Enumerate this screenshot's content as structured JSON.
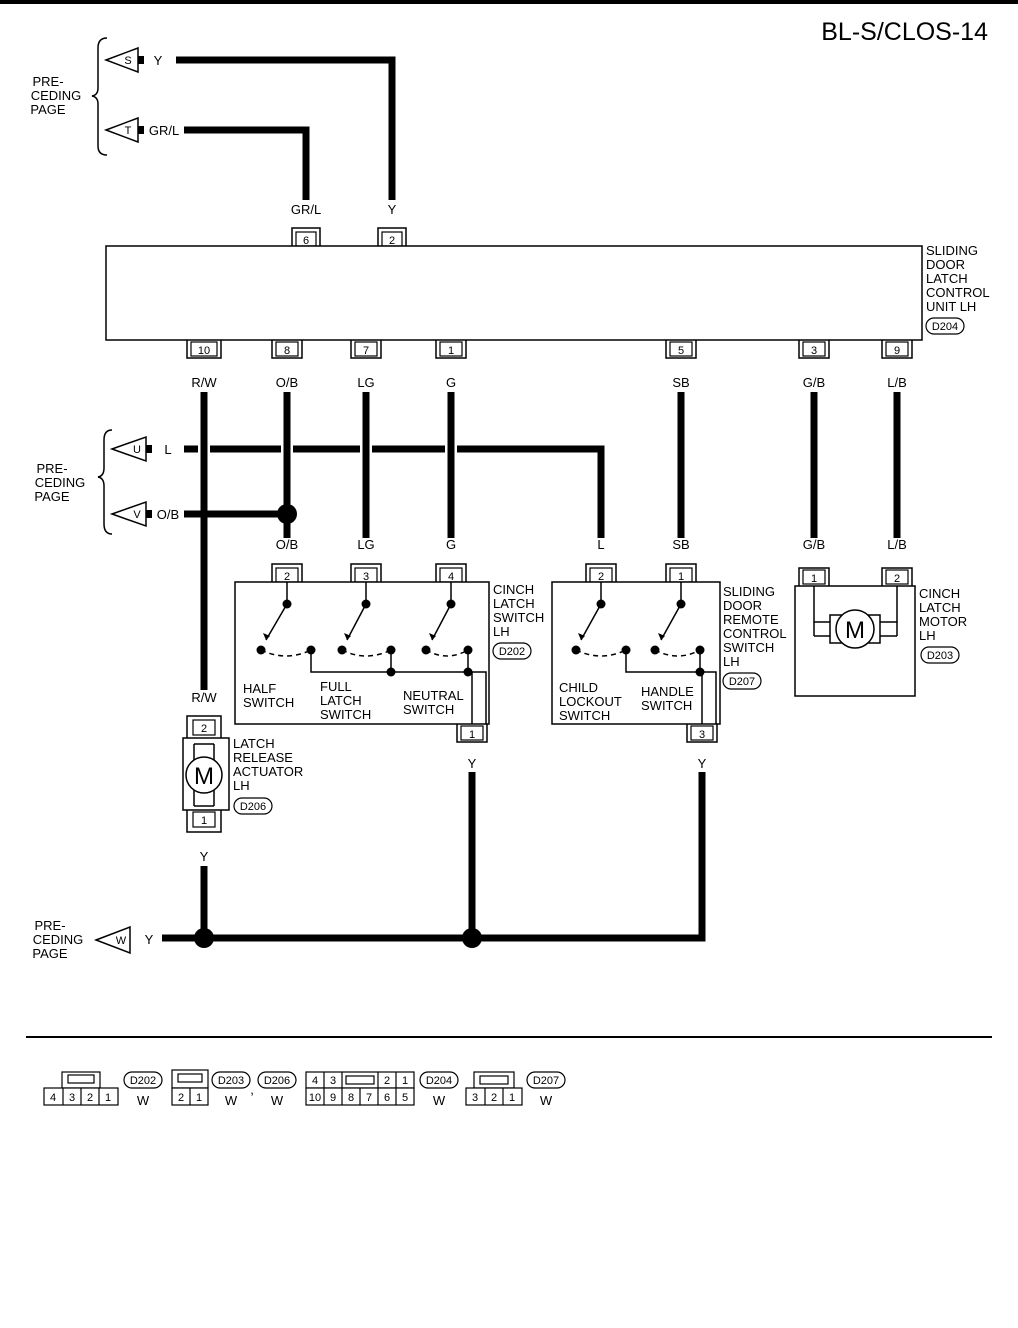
{
  "page_code": "BL-S/CLOS-14",
  "preceding_page_label": [
    "PRE-",
    "CEDING",
    "PAGE"
  ],
  "connectors": {
    "S": "S",
    "T": "T",
    "U": "U",
    "V": "V",
    "W": "W"
  },
  "wire_colors": {
    "Y": "Y",
    "GRL": "GR/L",
    "RW": "R/W",
    "OB": "O/B",
    "LG": "LG",
    "G": "G",
    "SB": "SB",
    "GB": "G/B",
    "LB": "L/B",
    "L": "L"
  },
  "control_unit": {
    "label": [
      "SLIDING",
      "DOOR",
      "LATCH",
      "CONTROL",
      "UNIT LH"
    ],
    "connector": "D204",
    "pins_top": [
      "6",
      "2"
    ],
    "pins_bottom": [
      "10",
      "8",
      "7",
      "1",
      "5",
      "3",
      "9"
    ]
  },
  "cinch_latch_switch": {
    "label": [
      "CINCH",
      "LATCH",
      "SWITCH",
      "LH"
    ],
    "connector": "D202",
    "pins_top": [
      "2",
      "3",
      "4"
    ],
    "pin_bottom": "1",
    "switches": {
      "half": [
        "HALF",
        "SWITCH"
      ],
      "full": [
        "FULL",
        "LATCH",
        "SWITCH"
      ],
      "neutral": [
        "NEUTRAL",
        "SWITCH"
      ]
    }
  },
  "remote_control_switch": {
    "label": [
      "SLIDING",
      "DOOR",
      "REMOTE",
      "CONTROL",
      "SWITCH",
      "LH"
    ],
    "connector": "D207",
    "pins_top": [
      "2",
      "1"
    ],
    "pin_bottom": "3",
    "switches": {
      "child": [
        "CHILD",
        "LOCKOUT",
        "SWITCH"
      ],
      "handle": [
        "HANDLE",
        "SWITCH"
      ]
    }
  },
  "cinch_latch_motor": {
    "label": [
      "CINCH",
      "LATCH",
      "MOTOR",
      "LH"
    ],
    "connector": "D203",
    "pins": [
      "1",
      "2"
    ],
    "symbol": "M"
  },
  "latch_release_actuator": {
    "label": [
      "LATCH",
      "RELEASE",
      "ACTUATOR",
      "LH"
    ],
    "connector": "D206",
    "pins": [
      "2",
      "1"
    ],
    "symbol": "M"
  },
  "connector_legend": {
    "d202": {
      "name": "D202",
      "color": "W",
      "pins": [
        "4",
        "3",
        "2",
        "1"
      ]
    },
    "d203": {
      "name": "D203",
      "color": "W",
      "pins": [
        "2",
        "1"
      ]
    },
    "d206": {
      "name": "D206",
      "color": "W"
    },
    "d204": {
      "name": "D204",
      "color": "W",
      "pins_top": [
        "4",
        "3",
        "2",
        "1"
      ],
      "pins_bottom": [
        "10",
        "9",
        "8",
        "7",
        "6",
        "5"
      ]
    },
    "d207": {
      "name": "D207",
      "color": "W",
      "pins": [
        "3",
        "2",
        "1"
      ]
    },
    "comma": ","
  }
}
